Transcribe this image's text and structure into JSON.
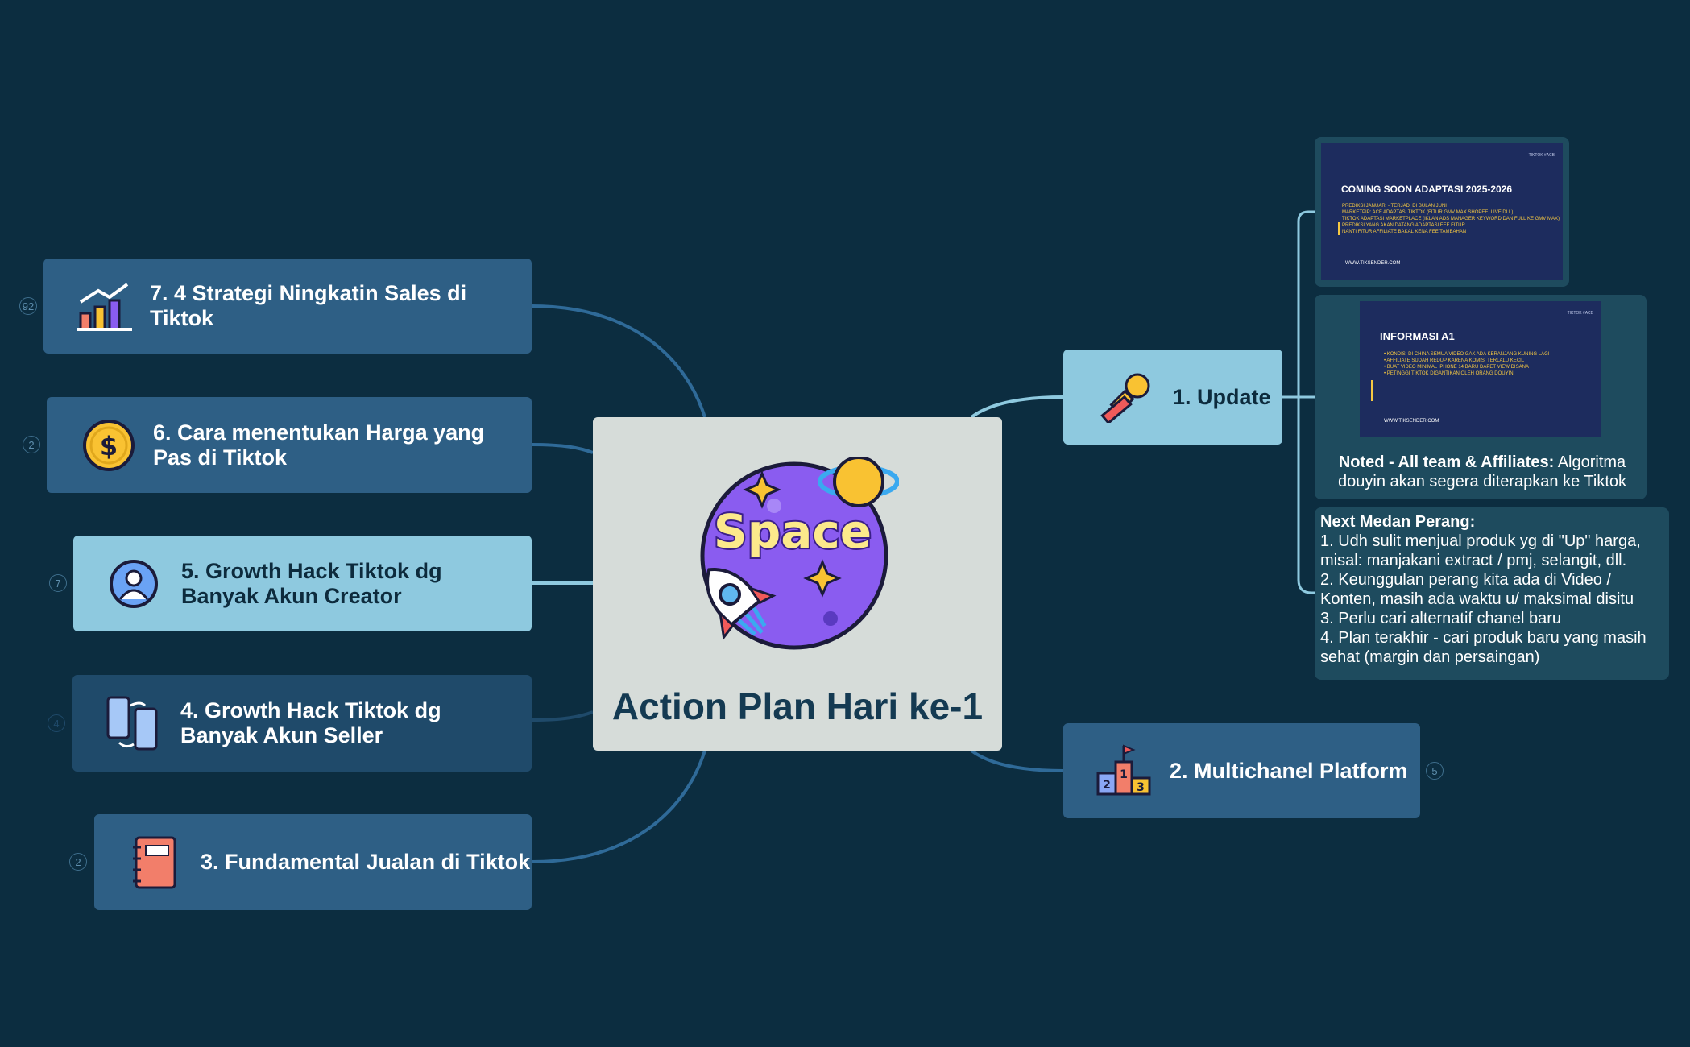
{
  "central": {
    "title": "Action Plan Hari ke-1",
    "logo_text": "Space"
  },
  "left_topics": [
    {
      "label": "7. 4 Strategi Ningkatin Sales di Tiktok",
      "badge": "92",
      "icon": "bar-chart-icon"
    },
    {
      "label": "6. Cara menentukan Harga yang Pas di Tiktok",
      "badge": "2",
      "icon": "dollar-coin-icon"
    },
    {
      "label": "5. Growth Hack Tiktok dg Banyak Akun Creator",
      "badge": "7",
      "icon": "user-avatar-icon"
    },
    {
      "label": "4. Growth Hack Tiktok dg Banyak Akun Seller",
      "badge": "4",
      "icon": "phone-sync-icon"
    },
    {
      "label": "3. Fundamental Jualan di Tiktok",
      "badge": "2",
      "icon": "notebook-icon"
    }
  ],
  "right_topics": [
    {
      "label": "1. Update",
      "icon": "stamp-icon"
    },
    {
      "label": "2. Multichanel Platform",
      "badge": "5",
      "icon": "podium-icon"
    }
  ],
  "slide1": {
    "corner": "TIKTOK #ACB",
    "title": "COMING SOON ADAPTASI 2025-2026",
    "lines": [
      "PREDIKSI JANUARI - TERJADI DI BULAN JUNI",
      "MARKETPIP: ACF ADAPTASI TIKTOK (FITUR GMV MAX SHOPEE, LIVE DLL)",
      "TIKTOK ADAPTASI MARKETPLACE (IKLAN ADS MANAGER KEYWORD DAN FULL KE GMV MAX)",
      "",
      "PREDIKSI YANG AKAN DATANG ADAPTASI FEE FITUR",
      "NANTI FITUR AFFILIATE BAKAL KENA FEE TAMBAHAN"
    ],
    "footer": "WWW.TIKSENDER.COM"
  },
  "slide2": {
    "corner": "TIKTOK #ACB",
    "title": "INFORMASI A1",
    "lines": [
      "• KONDISI DI CHINA SEMUA VIDEO GAK ADA KERANJANG KUNING LAGI",
      "• AFFILIATE SUDAH REDUP KARENA KOMISI TERLALU KECIL",
      "• BUAT VIDEO MINIMAL IPHONE 14 BARU DAPET VIEW DISANA",
      "• PETINGGI TIKTOK DIGANTIKAN OLEH ORANG DOUYIN"
    ],
    "footer": "WWW.TIKSENDER.COM"
  },
  "note1": {
    "bold": "Noted - All team & Affiliates:",
    "rest_line1": " Algoritma",
    "line2": "douyin akan segera diterapkan ke Tiktok"
  },
  "note2": {
    "heading": "Next Medan Perang:",
    "lines": [
      "1. Udh sulit menjual produk yg di \"Up\" harga,",
      "misal: manjakani extract / pmj, selangit, dll.",
      "2. Keunggulan perang kita ada di Video /",
      "Konten, masih ada waktu u/ maksimal disitu",
      "3. Perlu cari alternatif chanel baru",
      "4. Plan terakhir - cari produk baru yang masih",
      "sehat (margin dan persaingan)"
    ]
  },
  "colors": {
    "background": "#0c2d40",
    "node_dark": "#2e5f85",
    "node_darker": "#1f4a6a",
    "node_light": "#8ec9df",
    "central_bg": "#d6dcd9",
    "connector_dark": "#2f6a98",
    "connector_light": "#8ec9df",
    "slide_bg": "#1d2c5e",
    "slide_text": "#f5c842"
  }
}
